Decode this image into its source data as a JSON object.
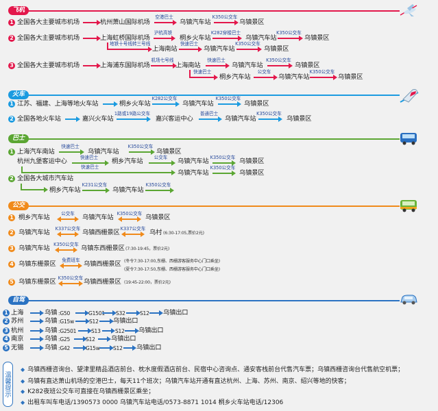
{
  "nums": [
    "1",
    "2",
    "3",
    "4",
    "5"
  ],
  "colors": {
    "plane": "#e3174b",
    "train": "#1b9be0",
    "bus": "#5ba633",
    "public": "#f08a1a",
    "drive": "#2a72c2",
    "label": "#24479a"
  },
  "plane": {
    "title": "飞机",
    "r1": [
      "全国各大主要城市机场",
      "杭州萧山国际机场",
      "空港巴士",
      "乌镇汽车站",
      "K350公交车",
      "乌镇景区"
    ],
    "r2": [
      "全国各大主要城市机场",
      "上海虹桥国际机场",
      "沪杭高铁",
      "桐乡火车站",
      "K282穿梭巴士",
      "乌镇汽车站",
      "K350公交车",
      "乌镇景区"
    ],
    "r2b": [
      "地铁十号线转三号线",
      "上海南站",
      "快速巴士",
      "乌镇汽车站",
      "K350公交车",
      "乌镇景区"
    ],
    "r3": [
      "全国各大主要城市机场",
      "上海浦东国际机场",
      "机场七号线",
      "上海南站",
      "快速巴士",
      "乌镇汽车站",
      "K350公交车",
      "乌镇景区"
    ],
    "r3b": [
      "快速巴士",
      "桐乡汽车站",
      "公交车",
      "乌镇汽车站",
      "K350公交车",
      "乌镇景区"
    ]
  },
  "train": {
    "title": "火车",
    "r1": [
      "江苏、福建、上海等地火车站",
      "桐乡火车站",
      "K282公交车",
      "乌镇汽车站",
      "K350公交车",
      "乌镇景区"
    ],
    "r2": [
      "全国各地火车站",
      "嘉兴火车站",
      "1路或19路公交车",
      "嘉兴客运中心",
      "普通巴士",
      "乌镇汽车站",
      "K350公交车",
      "乌镇景区"
    ]
  },
  "bus": {
    "title": "巴士",
    "r1": [
      "上海汽车南站",
      "快速巴士",
      "乌镇汽车站",
      "K350公交车",
      "乌镇景区"
    ],
    "r1b": [
      "杭州九堡客运中心",
      "快速巴士",
      "桐乡汽车站",
      "公交车",
      "乌镇汽车站",
      "K350公交车",
      "乌镇景区"
    ],
    "r1c": [
      "快速巴士",
      "乌镇汽车站",
      "K350公交车",
      "乌镇景区"
    ],
    "r2": [
      "全国各大城市汽车站"
    ],
    "r2b": [
      "桐乡汽车站",
      "K231公交车",
      "乌镇汽车站",
      "K350公交车"
    ]
  },
  "public": {
    "title": "公交",
    "r1": [
      "桐乡汽车站",
      "公交车",
      "乌镇汽车站",
      "K350公交车",
      "乌镇景区"
    ],
    "r2": [
      "乌镇汽车站",
      "K337公交车",
      "乌镇西栅景区",
      "K337公交车",
      "乌村",
      "(6:30-17:05,票价2元)"
    ],
    "r3": [
      "乌镇汽车站",
      "K350公交车",
      "乌镇东西栅景区",
      "(7:30-19:45，票价2元)"
    ],
    "r4": [
      "乌镇东栅景区",
      "免费班车",
      "乌镇西栅景区",
      "(冬令7:30-17:00,东栅、西栅游客服务中心门口乘坐)",
      "(夏令7:30-17:50,东栅、西栅游客服务中心门口乘坐)"
    ],
    "r5": [
      "乌镇东栅景区",
      "K350公交车",
      "乌镇西栅景区",
      "(19:45-22:00，票价2元)"
    ]
  },
  "drive": {
    "title": "自驾",
    "r1": [
      "上海",
      "乌镇",
      ":G50",
      "G1501",
      "S32",
      "S12",
      "乌镇出口"
    ],
    "r2": [
      "苏州",
      "乌镇",
      ":G15w",
      "S12",
      "乌镇出口"
    ],
    "r3": [
      "杭州",
      "乌镇",
      ":G2501",
      "S13",
      "S12",
      "乌镇出口"
    ],
    "r4": [
      "南京",
      "乌镇",
      ":G25",
      "S12",
      "乌镇出口"
    ],
    "r5": [
      "无锡",
      "乌镇",
      ":G42",
      "G15w",
      "S12",
      "乌镇出口"
    ]
  },
  "tips": {
    "title": "温馨提示",
    "items": [
      "乌镇西栅咨询台、望津里精品酒店前台、枕水度假酒店前台、民宿中心咨询点、通安客栈前台代售汽车票；乌镇西栅咨询台代售航空机票；",
      "乌镇有直达萧山机场的空港巴士，每天11个班次；乌镇汽车站开通有直达杭州、上海、苏州、南京、绍兴等地的快客；",
      "K282夜班公交车可直接在乌镇西栅景区乘坐；",
      "出租车叫车电话/1390573 0000  乌镇汽车站电话/0573-8871 1014  桐乡火车站电话/12306"
    ]
  }
}
